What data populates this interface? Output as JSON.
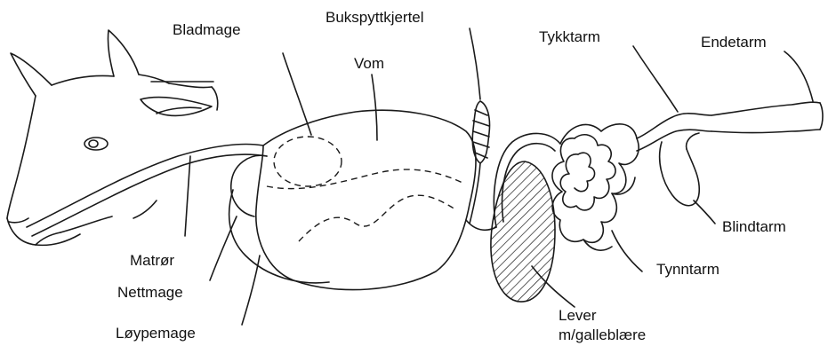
{
  "labels": {
    "bladmage": "Bladmage",
    "bukspyttkjertel": "Bukspyttkjertel",
    "vom": "Vom",
    "tykktarm": "Tykktarm",
    "endetarm": "Endetarm",
    "blindtarm": "Blindtarm",
    "matror": "Matrør",
    "nettmage": "Nettmage",
    "loypemage": "Løypemage",
    "tynntarm": "Tynntarm",
    "lever_line1": "Lever",
    "lever_line2": "m/galleblære"
  },
  "colors": {
    "ink": "#1a1a1a",
    "background": "#ffffff"
  }
}
